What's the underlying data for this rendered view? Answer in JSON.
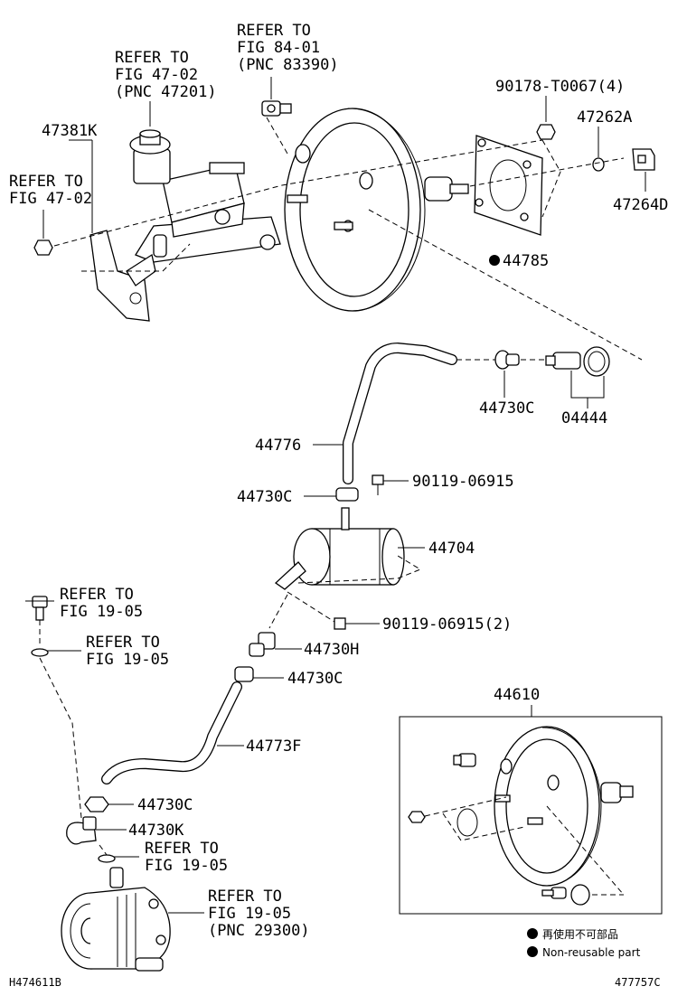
{
  "labels": {
    "refer_84_01": [
      "REFER TO",
      "FIG 84-01",
      "(PNC 83390)"
    ],
    "refer_47_02_pnc": [
      "REFER TO",
      "FIG 47-02",
      "(PNC 47201)"
    ],
    "p_90178": "90178-T0067(4)",
    "p_47262a": "47262A",
    "p_47381k": "47381K",
    "refer_47_02": [
      "REFER TO",
      "FIG 47-02"
    ],
    "p_47264d": "47264D",
    "p_44785": "44785",
    "p_44730c_top": "44730C",
    "p_04444": "04444",
    "p_44776": "44776",
    "p_44730c_mid": "44730C",
    "p_90119_a": "90119-06915",
    "p_44704": "44704",
    "refer_19_05_a": [
      "REFER TO",
      "FIG 19-05"
    ],
    "refer_19_05_b": [
      "REFER TO",
      "FIG 19-05"
    ],
    "p_90119_b": "90119-06915(2)",
    "p_44730h": "44730H",
    "p_44730c_low": "44730C",
    "p_44610": "44610",
    "p_44773f": "44773F",
    "p_44730c_bottom": "44730C",
    "p_44730k": "44730K",
    "refer_19_05_c": [
      "REFER TO",
      "FIG 19-05"
    ],
    "refer_19_05_pnc": [
      "REFER TO",
      "FIG 19-05",
      "(PNC 29300)"
    ]
  },
  "legend": {
    "jp": "再使用不可部品",
    "en": "Non-reusable part"
  },
  "codes": {
    "left": "H474611B",
    "right": "477757C"
  }
}
